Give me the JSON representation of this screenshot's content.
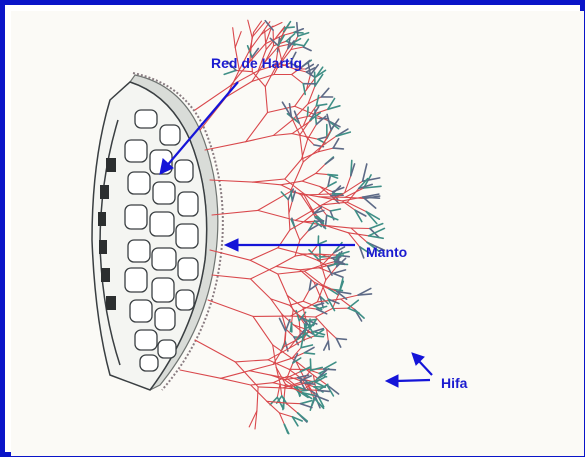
{
  "labels": {
    "hartig_net": "Red de Hartig",
    "mantle": "Manto",
    "hypha": "Hifa"
  },
  "colors": {
    "frame": "#0a14c8",
    "label_text": "#1b1bd0",
    "arrow": "#1414d8",
    "hyphae": "#d9484c",
    "cell_walls": "#3a3f42",
    "mantle": "#8a8f8c",
    "paper": "#fbfaf6"
  }
}
